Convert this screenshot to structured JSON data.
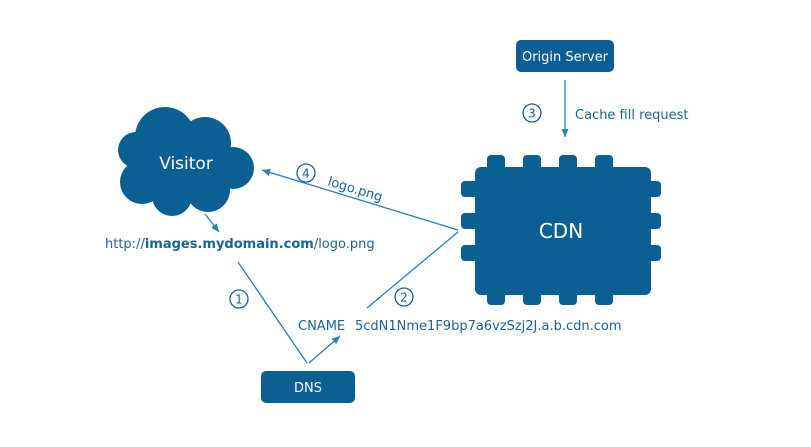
{
  "colors": {
    "primary": "#0b5f93",
    "text": "#1a6496",
    "line": "#2b7fb8"
  },
  "nodes": {
    "origin_server": "Origin Server",
    "visitor": "Visitor",
    "cdn": "CDN",
    "dns": "DNS"
  },
  "url": {
    "scheme": "http://",
    "host": "images.mydomain.com",
    "path": "/logo.png"
  },
  "steps": [
    {
      "number": "1",
      "label": ""
    },
    {
      "number": "2",
      "label": "CNAME"
    },
    {
      "number": "3",
      "label": "Cache fill request"
    },
    {
      "number": "4",
      "label": "logo.png"
    }
  ],
  "cname_target": "5cdN1Nme1F9bp7a6vzSzj2J.a.b.cdn.com"
}
